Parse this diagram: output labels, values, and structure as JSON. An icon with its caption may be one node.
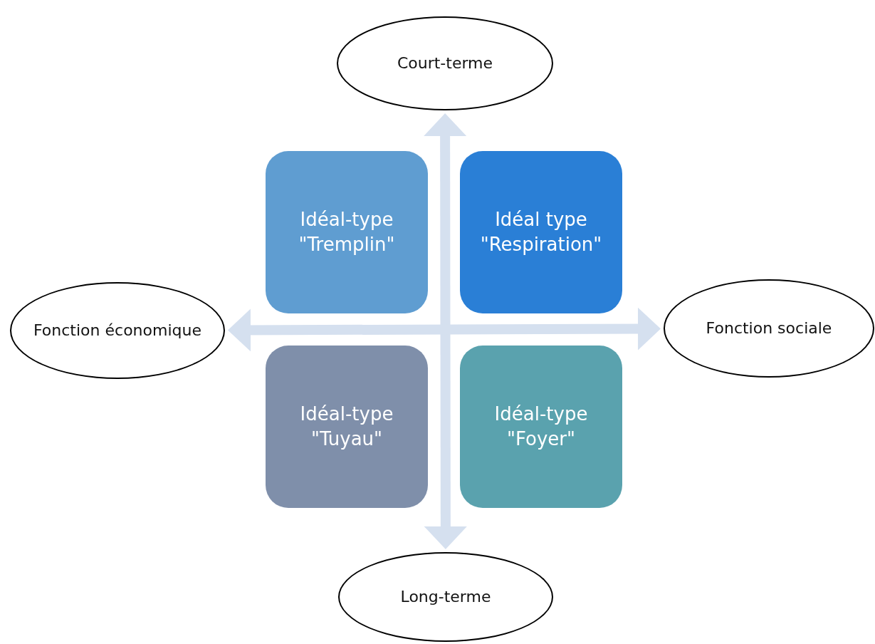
{
  "diagram": {
    "nodes": [
      {
        "text": [
          "Court-terme"
        ]
      },
      {
        "text": [
          "Idéal-type \"Tremplin\""
        ]
      },
      {
        "text": [
          "Idéal type \"Respiration\""
        ]
      },
      {
        "text": [
          "Fonction économique"
        ]
      },
      {
        "text": [
          "Fonction sociale"
        ]
      },
      {
        "text": [
          "Idéal-type \"Tuyau\""
        ]
      },
      {
        "text": [
          "Idéal-type \"Foyer\""
        ]
      },
      {
        "text": [
          "Long-terme"
        ]
      }
    ],
    "edges": [
      {
        "from": 0,
        "to": 7,
        "arrow": "both"
      },
      {
        "from": 3,
        "to": 4,
        "arrow": "both"
      }
    ]
  }
}
